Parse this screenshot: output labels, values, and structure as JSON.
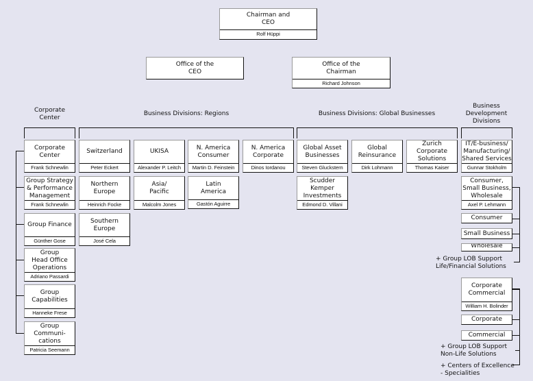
{
  "top": {
    "chairman": {
      "title": "Chairman and\nCEO",
      "name": "Rolf Hüppi"
    },
    "office_ceo": {
      "title": "Office of the\nCEO"
    },
    "office_chairman": {
      "title": "Office of the\nChairman",
      "name": "Richard Johnson"
    }
  },
  "headers": {
    "corporate_center": "Corporate\nCenter",
    "regions": "Business Divisions: Regions",
    "global": "Business Divisions: Global Businesses",
    "bizdev": "Business\nDevelopment\nDivisions"
  },
  "corporate_center": [
    {
      "title": "Corporate\nCenter",
      "name": "Frank Schnewlin"
    },
    {
      "title": "Group Strategy\n& Performance\nManagement",
      "name": "Frank Schnewlin"
    },
    {
      "title": "Group Finance",
      "name": "Günther Gose"
    },
    {
      "title": "Group\nHead Office\nOperations",
      "name": "Adriano Passardi"
    },
    {
      "title": "Group\nCapabilities",
      "name": "Hanneke Frese"
    },
    {
      "title": "Group\nCommuni-\ncations",
      "name": "Patricia Seemann"
    }
  ],
  "regions": [
    {
      "title": "Switzerland",
      "name": "Peter Eckert"
    },
    {
      "title": "UKISA",
      "name": "Alexander P. Leitch"
    },
    {
      "title": "N. America\nConsumer",
      "name": "Martin D. Feinstein"
    },
    {
      "title": "N. America\nCorporate",
      "name": "Dinos Iordanou"
    },
    {
      "title": "Northern\nEurope",
      "name": "Heinrich Focke"
    },
    {
      "title": "Asia/\nPacific",
      "name": "Malcolm Jones"
    },
    {
      "title": "Latin\nAmerica",
      "name": "Gastón Aguirre"
    },
    {
      "title": "Southern\nEurope",
      "name": "José Cela"
    }
  ],
  "global": [
    {
      "title": "Global Asset\nBusinesses",
      "name": "Steven Gluckstern"
    },
    {
      "title": "Global\nReinsurance",
      "name": "Dirk Lohmann"
    },
    {
      "title": "Zurich\nCorporate\nSolutions",
      "name": "Thomas Kaiser"
    },
    {
      "title": "Scudder\nKemper\nInvestments",
      "name": "Edmond D. Villani"
    }
  ],
  "bizdev": {
    "it": {
      "title": "IT/E-business/\nManufacturing/\nShared Services",
      "name": "Gunnar Stokholm"
    },
    "csbw": {
      "title": "Consumer,\nSmall Business,\nWholesale",
      "name": "Axel P. Lehmann"
    },
    "csbw_subs": [
      "Consumer",
      "Small Business",
      "Wholesale"
    ],
    "csbw_note": "+ Group LOB Support\n   Life/Financial Solutions",
    "cc": {
      "title": "Corporate\nCommercial",
      "name": "William H. Bolinder"
    },
    "cc_subs": [
      "Corporate",
      "Commercial"
    ],
    "cc_note1": "+ Group LOB Support\n   Non-Life Solutions",
    "cc_note2": "+ Centers of Excellence\n   - Specialities"
  }
}
